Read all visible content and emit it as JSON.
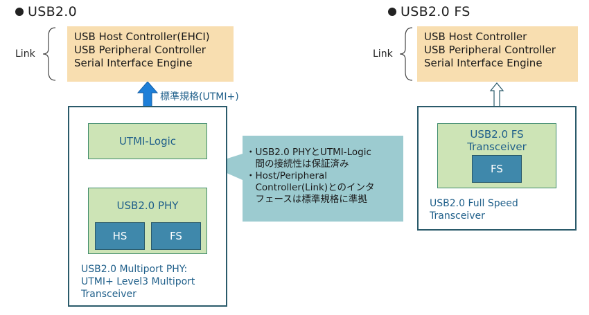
{
  "left": {
    "title": "USB2.0",
    "link_label": "Link",
    "link_lines": [
      "USB Host Controller(EHCI)",
      "USB Peripheral Controller",
      "Serial Interface Engine"
    ],
    "interface_label": "標準規格(UTMI+)",
    "utmi_logic": "UTMI-Logic",
    "phy_label": "USB2.0 PHY",
    "hs": "HS",
    "fs": "FS",
    "caption": [
      "USB2.0 Multiport PHY:",
      "UTMI+ Level3 Multiport",
      "Transceiver"
    ]
  },
  "callout": {
    "lines": [
      "・USB2.0 PHYとUTMI-Logic",
      "　間の接続性は保証済み",
      "・Host/Peripheral",
      "　Controller(Link)とのインタ",
      "　フェースは標準規格に準拠"
    ]
  },
  "right": {
    "title": "USB2.0 FS",
    "link_label": "Link",
    "link_lines": [
      "USB Host Controller",
      "USB Peripheral Controller",
      "Serial Interface Engine"
    ],
    "transceiver_label": [
      "USB2.0 FS",
      "Transceiver"
    ],
    "fs": "FS",
    "caption": [
      "USB2.0 Full Speed",
      "Transceiver"
    ]
  },
  "colors": {
    "link_fill": "#f8deb0",
    "green_fill": "#cde4b6",
    "blue_fill": "#3f88ab",
    "callout_fill": "#9ccbd0",
    "arrow_blue": "#1e7fd8",
    "border": "#2a5a6a"
  }
}
